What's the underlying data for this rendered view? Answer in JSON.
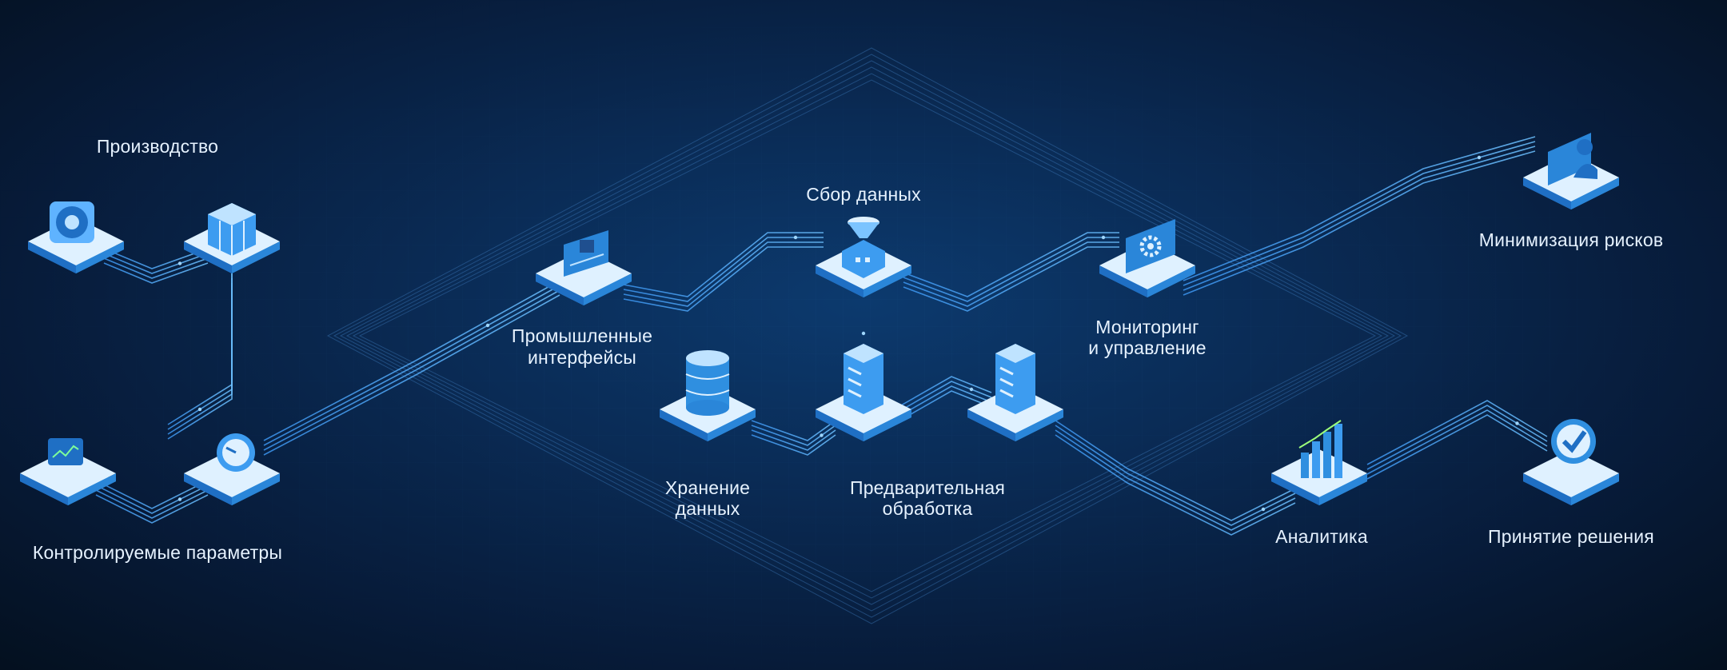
{
  "labels": {
    "production": "Производство",
    "controlled_params": "Контролируемые параметры",
    "industrial_interfaces_1": "Промышленные",
    "industrial_interfaces_2": "интерфейсы",
    "data_collection": "Сбор данных",
    "storage_1": "Хранение",
    "storage_2": "данных",
    "preprocessing_1": "Предварительная",
    "preprocessing_2": "обработка",
    "monitoring_1": "Мониторинг",
    "monitoring_2": "и управление",
    "risk_minimization": "Минимизация рисков",
    "analytics": "Аналитика",
    "decision": "Принятие решения"
  },
  "colors": {
    "background": "#081a33",
    "flow_line": "#4aa8ff",
    "platform_top": "#dff1ff",
    "platform_side": "#2f8fe0",
    "icon_accent": "#1f6fc4",
    "label": "#e6f2ff"
  },
  "icons": [
    "turbine-icon",
    "server-rack-icon",
    "monitor-sensor-icon",
    "gauge-icon",
    "chip-board-icon",
    "funnel-collector-icon",
    "database-icon",
    "server-icon",
    "server-icon",
    "gear-monitor-icon",
    "engineer-icon",
    "bar-chart-icon",
    "checkmark-icon"
  ]
}
